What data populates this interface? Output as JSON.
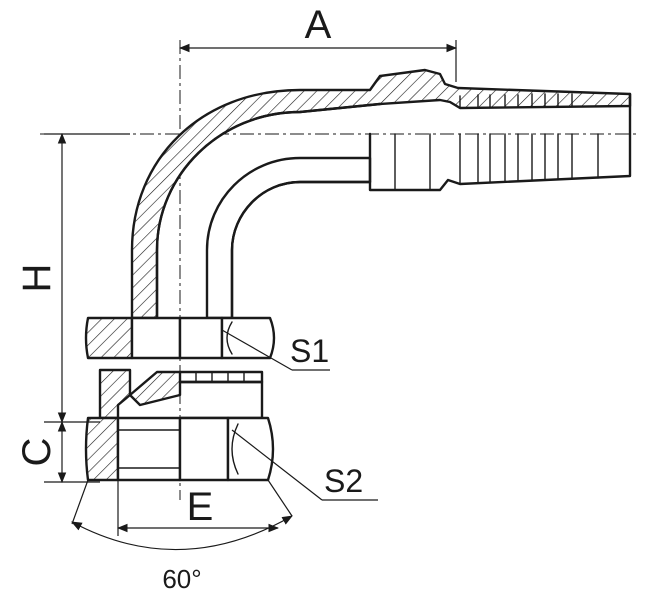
{
  "labels": {
    "a": "A",
    "h": "H",
    "c": "C",
    "e": "E",
    "s1": "S1",
    "s2": "S2",
    "angle": "60°"
  },
  "colors": {
    "line": "#1a1a1a",
    "background": "#ffffff"
  }
}
